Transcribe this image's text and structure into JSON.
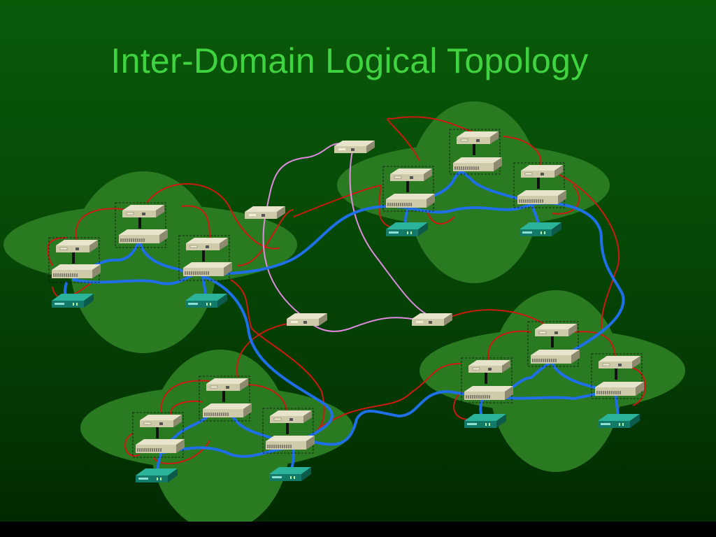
{
  "slide": {
    "title": "Inter-Domain Logical Topology"
  },
  "colors": {
    "background_top": "#0a5a0a",
    "background_bottom": "#012801",
    "title": "#3fd33f",
    "domain_cloud": "#2a7a22",
    "inter_domain_link": "#cc1a10",
    "logical_path": "#1f6fe8",
    "peering_link": "#e08ae0",
    "device_body": "#c9c4a6",
    "host": "#1a8a78"
  },
  "legend": {
    "domains": 4,
    "border_routers": 4
  }
}
